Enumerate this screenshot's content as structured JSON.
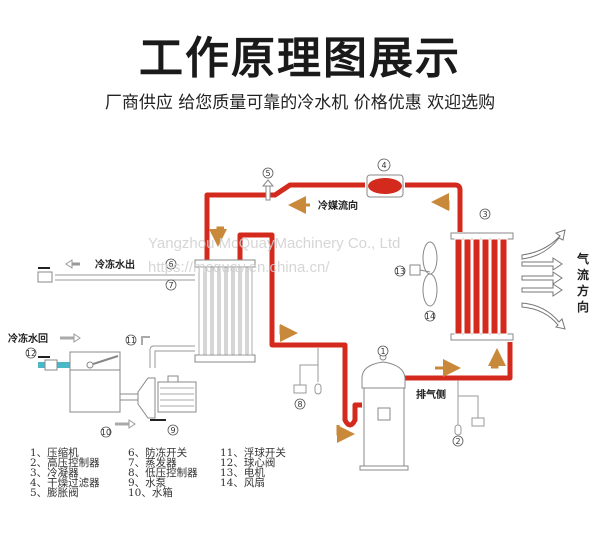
{
  "header": {
    "title": "工作原理图展示",
    "subtitle": "厂商供应 给您质量可靠的冷水机 价格优惠 欢迎选购"
  },
  "diagram": {
    "labels": {
      "chilled_water_out": "冷冻水出",
      "chilled_water_return": "冷冻水回",
      "refrigerant_flow": "冷媒流向",
      "exhaust_side": "排气侧",
      "airflow_direction": "气流方向"
    },
    "component_numbers": [
      "1",
      "2",
      "3",
      "4",
      "5",
      "6",
      "7",
      "8",
      "9",
      "10",
      "11",
      "12",
      "13",
      "14"
    ],
    "colors": {
      "refrigerant_pipe": "#d42a1e",
      "flow_arrow": "#c8893a",
      "water_pipe": "#4bb8c8",
      "outline": "#888888"
    },
    "watermark": {
      "line1": "Yangzhou McQuayMachinery Co., Ltd",
      "line2": "https://mcquay.en.china.cn/"
    }
  },
  "legend": {
    "col1": [
      "1、压缩机",
      "2、高压控制器",
      "3、冷凝器",
      "4、干燥过滤器",
      "5、膨胀阀"
    ],
    "col2": [
      "6、防冻开关",
      " 7、蒸发器",
      "8、低压控制器",
      "9、水泵",
      "10、水箱"
    ],
    "col3": [
      "11、浮球开关",
      "12、球心阀",
      "13、电机",
      "14、风扇"
    ]
  }
}
